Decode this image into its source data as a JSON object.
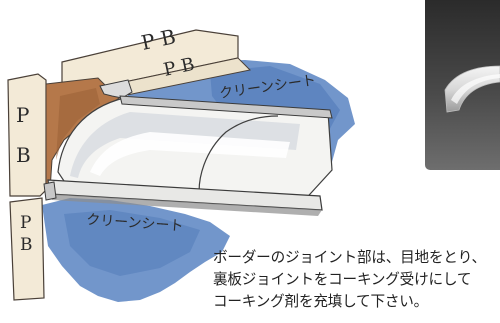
{
  "illustration": {
    "labels": {
      "top_pb_1": "P B",
      "top_pb_2": "P B",
      "left_p": "P",
      "left_b": "B",
      "lower_p": "P",
      "lower_b": "B",
      "clean_sheet_top": "クリーンシート",
      "clean_sheet_bottom": "クリーンシート"
    }
  },
  "caption": {
    "lines": [
      "ボーダーのジョイント部は、目地をとり、",
      "裏板ジョイントをコーキング受けにして",
      "コーキング剤を充填して下さい。"
    ]
  }
}
